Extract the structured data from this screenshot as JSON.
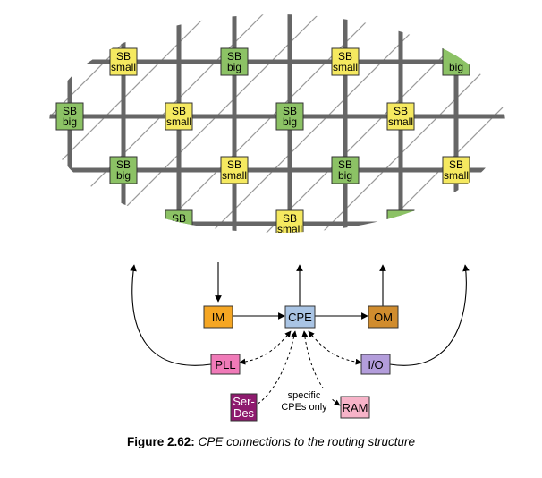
{
  "routing_grid": {
    "switch_boxes": [
      {
        "id": "r0c0",
        "line1": "SB",
        "line2": "small",
        "kind": "small"
      },
      {
        "id": "r0c1",
        "line1": "SB",
        "line2": "big",
        "kind": "big"
      },
      {
        "id": "r0c2",
        "line1": "SB",
        "line2": "small",
        "kind": "small"
      },
      {
        "id": "r0c3",
        "line1": "",
        "line2": "big",
        "kind": "big"
      },
      {
        "id": "r1c0",
        "line1": "SB",
        "line2": "big",
        "kind": "big"
      },
      {
        "id": "r1c1",
        "line1": "SB",
        "line2": "small",
        "kind": "small"
      },
      {
        "id": "r1c2",
        "line1": "SB",
        "line2": "big",
        "kind": "big"
      },
      {
        "id": "r1c3",
        "line1": "SB",
        "line2": "small",
        "kind": "small"
      },
      {
        "id": "r2c0",
        "line1": "SB",
        "line2": "big",
        "kind": "big"
      },
      {
        "id": "r2c1",
        "line1": "SB",
        "line2": "small",
        "kind": "small"
      },
      {
        "id": "r2c2",
        "line1": "SB",
        "line2": "big",
        "kind": "big"
      },
      {
        "id": "r2c3",
        "line1": "SB",
        "line2": "small",
        "kind": "small"
      },
      {
        "id": "r3c0",
        "line1": "SB",
        "line2": "",
        "kind": "big"
      },
      {
        "id": "r3c1",
        "line1": "SB",
        "line2": "small",
        "kind": "small"
      },
      {
        "id": "r3c2",
        "line1": "",
        "line2": "",
        "kind": "big"
      }
    ]
  },
  "blocks": {
    "im": "IM",
    "cpe": "CPE",
    "om": "OM",
    "pll": "PLL",
    "io": "I/O",
    "serdes_line1": "Ser-",
    "serdes_line2": "Des",
    "ram": "RAM"
  },
  "note": {
    "line1": "specific",
    "line2": "CPEs only"
  },
  "caption": {
    "label": "Figure 2.62:",
    "text": "CPE connections to the routing structure"
  },
  "colors": {
    "sb_small": "#f5e960",
    "sb_big": "#8cc265",
    "im": "#f5a623",
    "cpe": "#a9c4e4",
    "om": "#d08c2e",
    "pll": "#f07ab8",
    "io": "#b39ddb",
    "serdes": "#8e1a6e",
    "ram": "#f7b3c8",
    "grid": "#666666"
  }
}
